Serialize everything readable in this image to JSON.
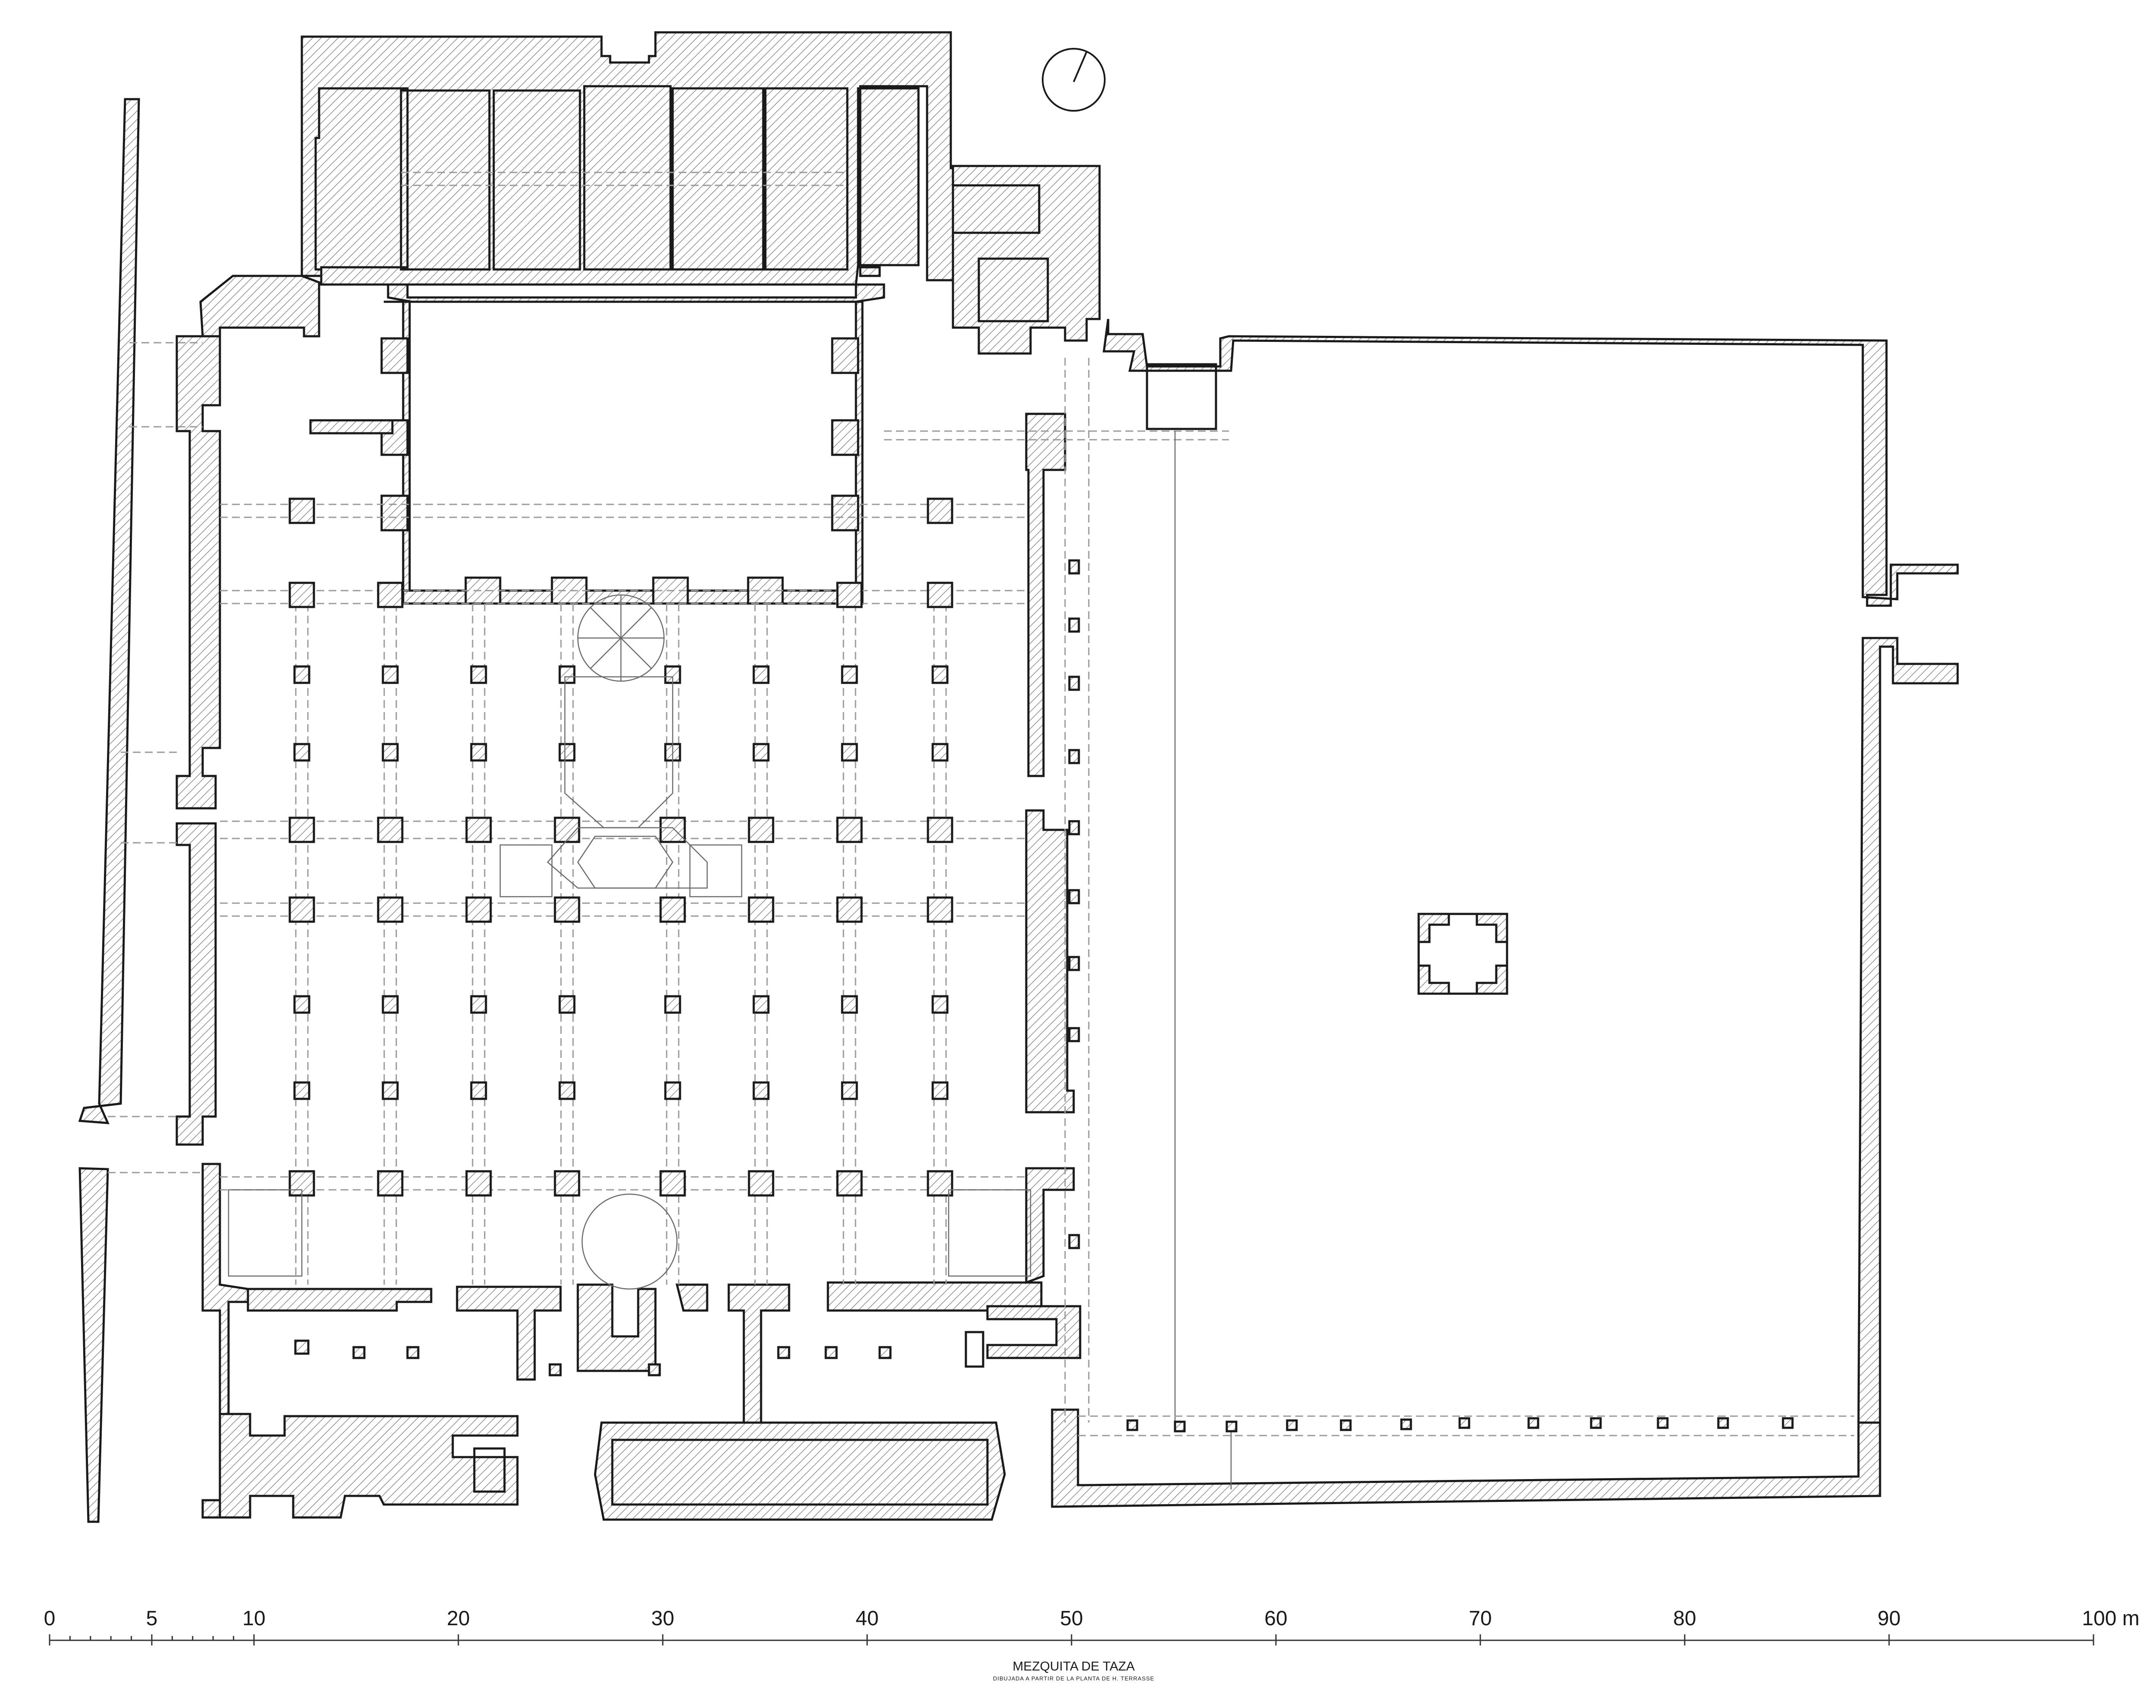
{
  "drawing": {
    "title": "MEZQUITA DE TAZA",
    "subtitle": "DIBUJADA A PARTIR DE LA PLANTA DE H. TERRASSE"
  },
  "scale_bar": {
    "labels": [
      "0",
      "5",
      "10",
      "20",
      "30",
      "40",
      "50",
      "60",
      "70",
      "80",
      "90",
      "100 m"
    ],
    "values": [
      0,
      5,
      10,
      20,
      30,
      40,
      50,
      60,
      70,
      80,
      90,
      100
    ],
    "unit": "m"
  },
  "north_arrow": {
    "icon": "north-arrow-icon"
  },
  "colors": {
    "line": "#1a1a1a",
    "hatch": "#8a8a8a",
    "arcade": "#9a9a9a",
    "background": "#ffffff"
  }
}
